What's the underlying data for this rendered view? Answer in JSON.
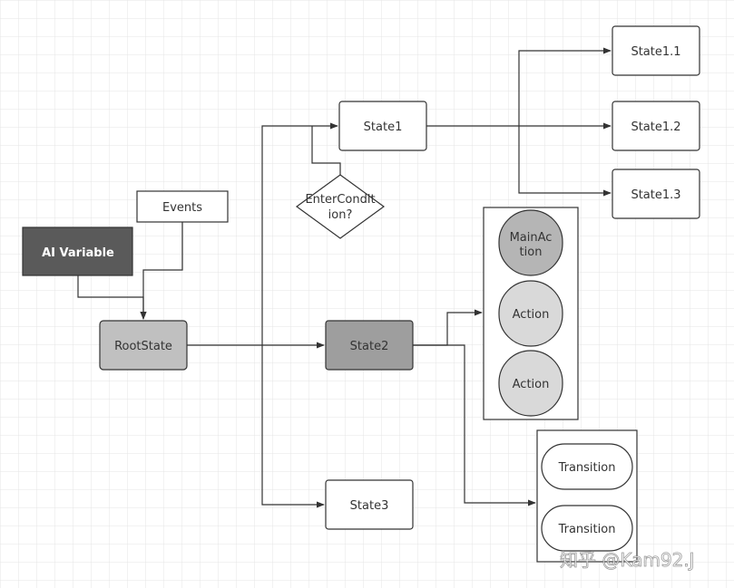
{
  "nodes": {
    "state1_1": "State1.1",
    "state1": "State1",
    "state1_2": "State1.2",
    "state1_3": "State1.3",
    "enter_condition_line1": "EnterCondit",
    "enter_condition_line2": "ion?",
    "events": "Events",
    "ai_variable": "AI Variable",
    "main_action_line1": "MainAc",
    "main_action_line2": "tion",
    "action_1": "Action",
    "action_2": "Action",
    "root_state": "RootState",
    "state2": "State2",
    "state3": "State3",
    "transition_1": "Transition",
    "transition_2": "Transition"
  },
  "watermark": "知乎 @Kam92.J",
  "colors": {
    "grid": "#e4e4e4",
    "stroke": "#333333",
    "ai_variable_fill": "#5a5a5a",
    "root_state_fill": "#c0c0c0",
    "state2_fill": "#9e9e9e",
    "main_action_fill": "#b5b5b5",
    "action_fill": "#d9d9d9",
    "default_fill": "#ffffff"
  }
}
